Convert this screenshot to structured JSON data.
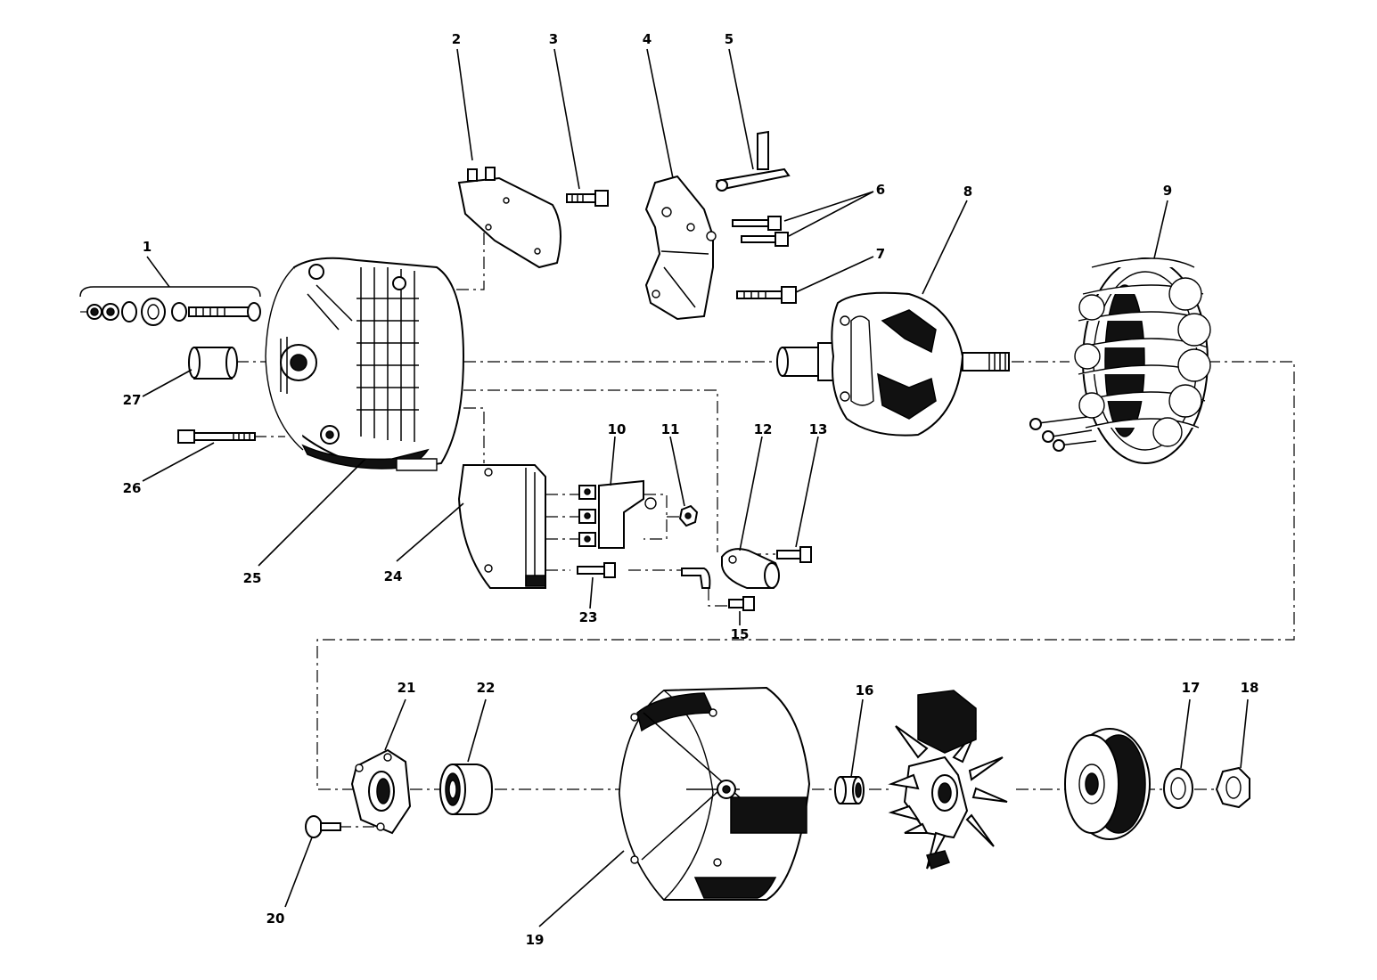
{
  "labels": {
    "l1": "1",
    "l2": "2",
    "l3": "3",
    "l4": "4",
    "l5": "5",
    "l6": "6",
    "l7": "7",
    "l8": "8",
    "l9": "9",
    "l10": "10",
    "l11": "11",
    "l12": "12",
    "l13": "13",
    "l15": "15",
    "l16": "16",
    "l17": "17",
    "l18": "18",
    "l19": "19",
    "l20": "20",
    "l21": "21",
    "l22": "22",
    "l23": "23",
    "l24": "24",
    "l25": "25",
    "l26": "26",
    "l27": "27"
  }
}
